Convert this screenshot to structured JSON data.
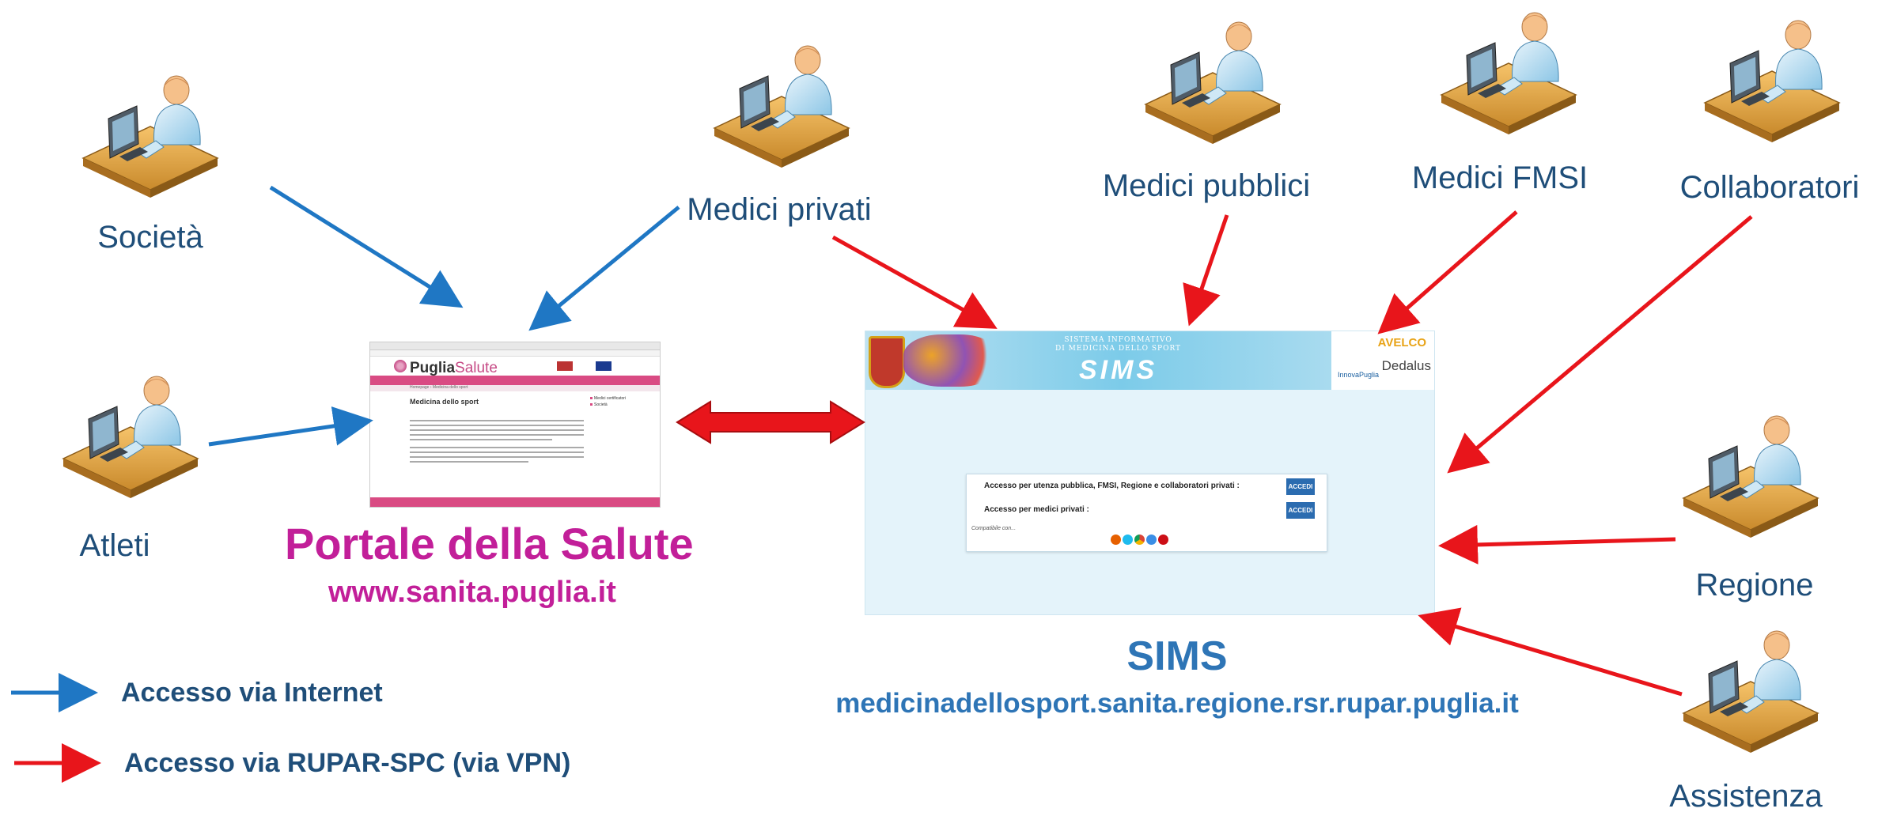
{
  "actors": {
    "societa": "Società",
    "atleti": "Atleti",
    "medici_privati": "Medici privati",
    "medici_pubblici": "Medici pubblici",
    "medici_fmsi": "Medici FMSI",
    "collaboratori": "Collaboratori",
    "regione": "Regione",
    "assistenza": "Assistenza"
  },
  "portal": {
    "title": "Portale della Salute",
    "url": "www.sanita.puglia.it",
    "screenshot": {
      "logo_bold": "Puglia",
      "logo_light": "Salute",
      "breadcrumb": "Homepage › Medicina dello sport",
      "heading": "Medicina dello sport",
      "side_links": [
        "Medici certificatori",
        "Società"
      ]
    }
  },
  "sims": {
    "title": "SIMS",
    "url": "medicinadellosport.sanita.regione.rsr.rupar.puglia.it",
    "screenshot": {
      "banner_caption_1": "SISTEMA INFORMATIVO",
      "banner_caption_2": "DI MEDICINA DELLO SPORT",
      "banner_word": "SIMS",
      "partner_1": "InnovaPuglia",
      "partner_2": "AVELCO",
      "partner_3": "Dedalus",
      "row_1": "Accesso per utenza pubblica, FMSI, Regione e collaboratori privati :",
      "row_2": "Accesso per medici privati :",
      "button": "ACCEDI",
      "compat": "Compatibile con..."
    }
  },
  "legend": {
    "internet": "Accesso via Internet",
    "vpn": "Accesso via RUPAR-SPC (via VPN)"
  },
  "colors": {
    "internet_arrow": "#1f77c4",
    "vpn_arrow": "#e8151b",
    "label": "#1f4e79",
    "portal_title": "#c21f99",
    "sims_title": "#2e75b6"
  },
  "icons": [
    "user-at-computer-icon",
    "double-arrow-icon",
    "browser-firefox-icon",
    "browser-ie-icon",
    "browser-chrome-icon",
    "browser-safari-icon",
    "browser-opera-icon"
  ]
}
